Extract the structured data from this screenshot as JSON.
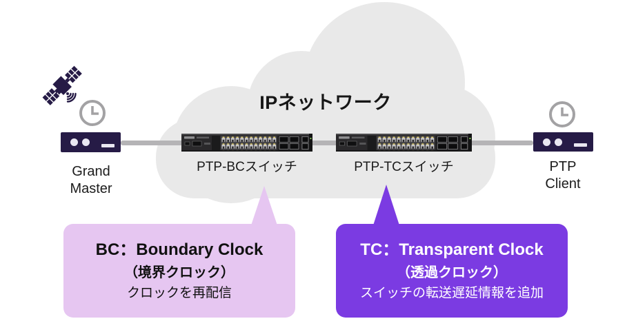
{
  "cloud": {
    "label": "IPネットワーク",
    "color": "#e9e9e9"
  },
  "link": {
    "color": "#b5b4b6"
  },
  "devices": {
    "grand_master": {
      "label_line1": "Grand",
      "label_line2": "Master"
    },
    "bc_switch": {
      "label": "PTP-BCスイッチ"
    },
    "tc_switch": {
      "label": "PTP-TCスイッチ"
    },
    "ptp_client": {
      "label_line1": "PTP",
      "label_line2": "Client"
    }
  },
  "icons": {
    "satellite": "satellite-icon",
    "clock_grand_master": "clock-icon",
    "clock_ptp_client": "clock-icon"
  },
  "callouts": {
    "bc": {
      "title": "BC：Boundary Clock",
      "subtitle": "（境界クロック）",
      "description": "クロックを再配信",
      "bg_color": "#e6c6f1",
      "text_color": "#111111"
    },
    "tc": {
      "title": "TC：Transparent Clock",
      "subtitle": "（透過クロック）",
      "description": "スイッチの転送遅延情報を追加",
      "bg_color": "#7b3be2",
      "text_color": "#ffffff"
    }
  },
  "colors": {
    "device_navy": "#261b46",
    "cloud_gray": "#e9e9e9",
    "line_gray": "#b5b4b6",
    "clock_gray": "#a3a2a4"
  }
}
